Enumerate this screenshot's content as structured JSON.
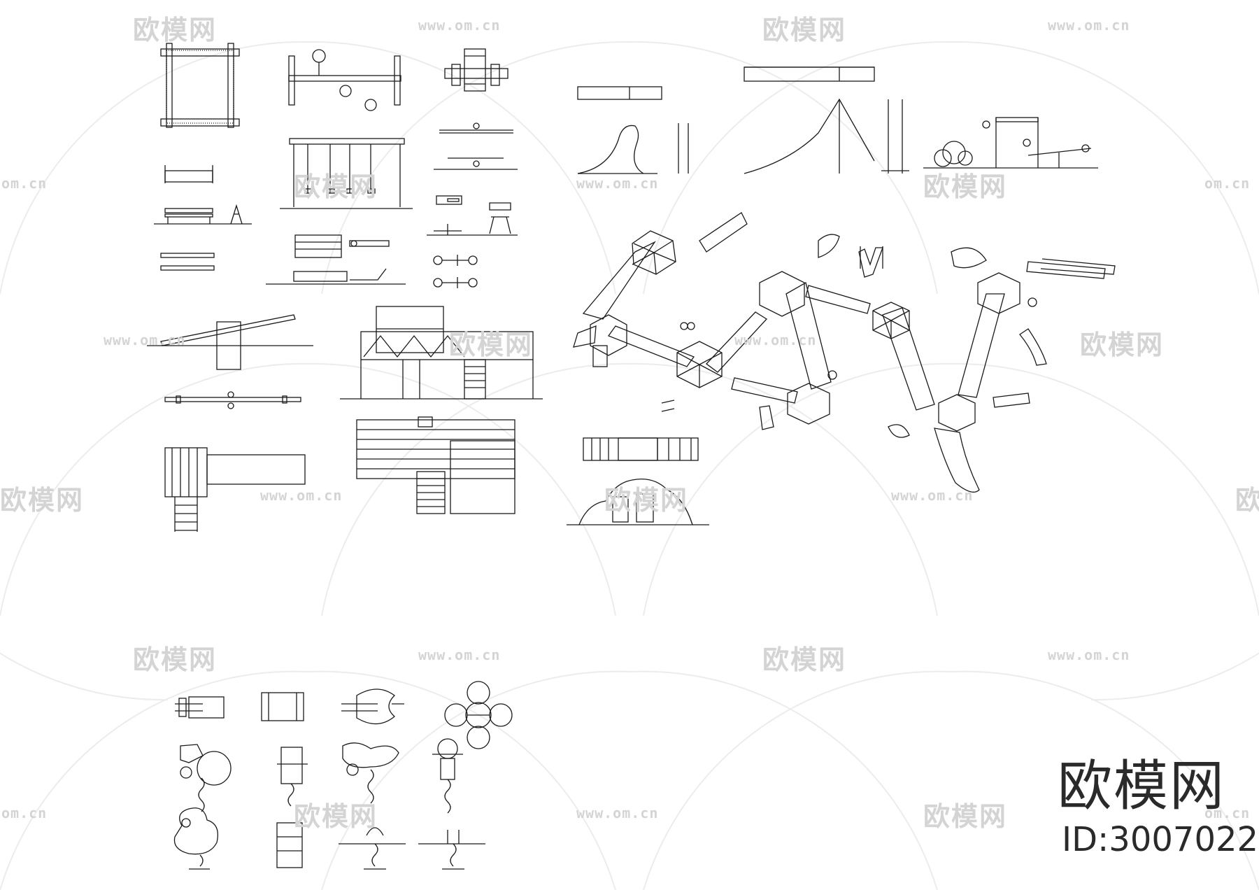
{
  "watermark": {
    "brand": "欧模网",
    "url": "www.om.cn",
    "url_short": "om.cn",
    "color": "#d4d4d4"
  },
  "logo": {
    "brand": "欧模网",
    "id": "ID:3007022",
    "color": "#2a2a2a"
  },
  "drawing": {
    "line_color": "#1a1a1a",
    "background": "#ffffff"
  }
}
